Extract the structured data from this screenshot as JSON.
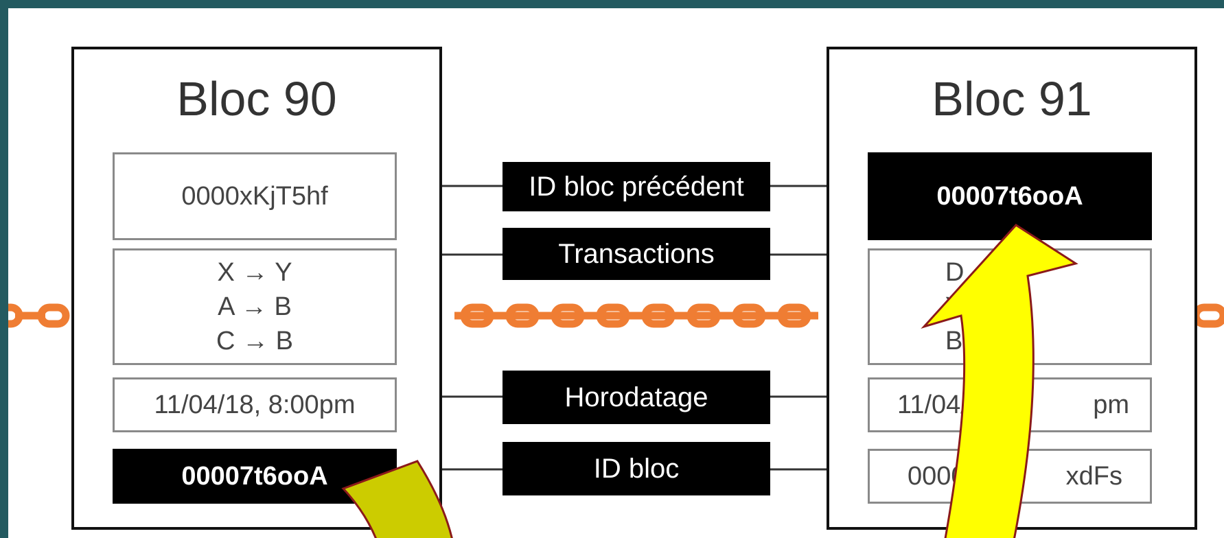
{
  "diagram": {
    "block_left": {
      "title": "Bloc 90",
      "prev_id": "0000xKjT5hf",
      "transactions": [
        "X → Y",
        "A → B",
        "C → B"
      ],
      "timestamp": "11/04/18, 8:00pm",
      "block_id": "00007t6ooA"
    },
    "block_right": {
      "title": "Bloc 91",
      "prev_id": "00007t6ooA",
      "transactions": [
        "D",
        "Y",
        "B"
      ],
      "timestamp_left": "11/04/18",
      "timestamp_right": "pm",
      "block_id_left": "0000",
      "block_id_right": "xdFs"
    },
    "labels": {
      "prev_id": "ID bloc précédent",
      "transactions": "Transactions",
      "timestamp": "Horodatage",
      "block_id": "ID bloc"
    },
    "colors": {
      "background": "#235a60",
      "chain": "#ef7d33",
      "arrow_highlight": "#ffff00",
      "arrow_dim": "#cccc00",
      "arrow_outline": "#8b1a1a"
    }
  }
}
